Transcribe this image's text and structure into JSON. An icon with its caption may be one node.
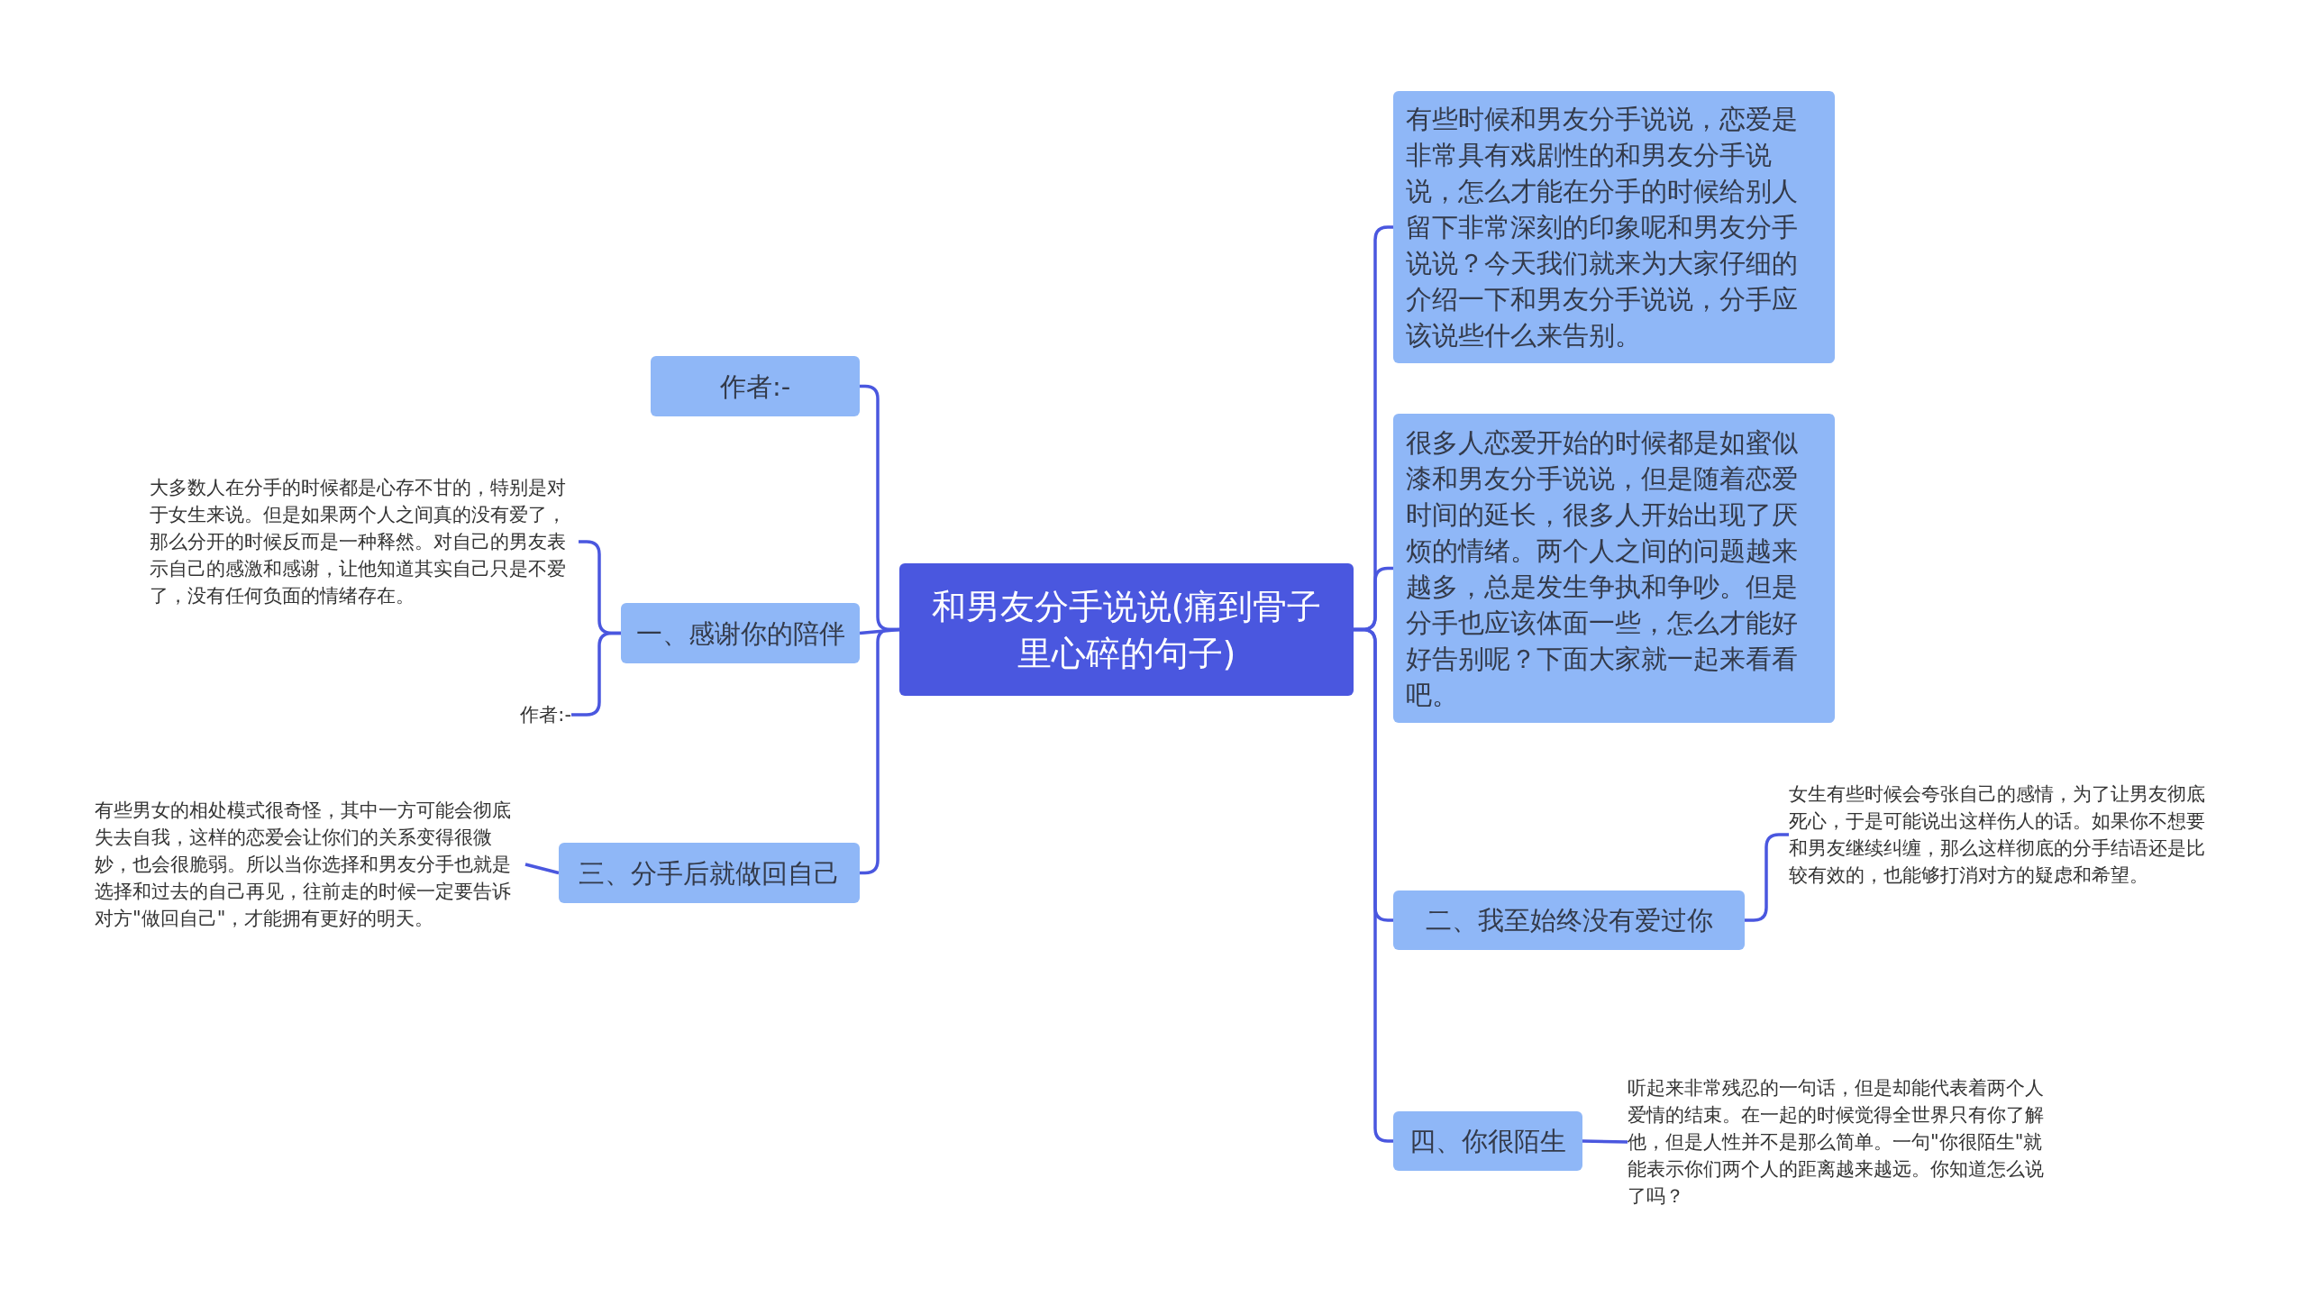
{
  "diagram": {
    "nodes": [
      {
        "text": [
          "和男友分手说说(痛到骨子里心碎的句子)"
        ]
      },
      {
        "text": [
          "作者:-"
        ]
      },
      {
        "text": [
          "一、感谢你的陪伴"
        ]
      },
      {
        "text": [
          "大多数人在分手的时候都是心存不甘的，特别是对于女生来说。但是如果两个人之间真的没有爱了，那么分开的时候反而是一种释然。对自己的男友表示自己的感激和感谢，让他知道其实自己只是不爱了，没有任何负面的情绪存在。"
        ]
      },
      {
        "text": [
          "作者:-"
        ]
      },
      {
        "text": [
          "三、分手后就做回自己"
        ]
      },
      {
        "text": [
          "有些男女的相处模式很奇怪，其中一方可能会彻底失去自我，这样的恋爱会让你们的关系变得很微妙，也会很脆弱。所以当你选择和男友分手也就是选择和过去的自己再见，往前走的时候一定要告诉对方\"做回自己\"，才能拥有更好的明天。"
        ]
      },
      {
        "text": [
          "有些时候和男友分手说说，恋爱是非常具有戏剧性的和男友分手说说，怎么才能在分手的时候给别人留下非常深刻的印象呢和男友分手说说？今天我们就来为大家仔细的介绍一下和男友分手说说，分手应该说些什么来告别。"
        ]
      },
      {
        "text": [
          "很多人恋爱开始的时候都是如蜜似漆和男友分手说说，但是随着恋爱时间的延长，很多人开始出现了厌烦的情绪。两个人之间的问题越来越多，总是发生争执和争吵。但是分手也应该体面一些，怎么才能好好告别呢？下面大家就一起来看看吧。"
        ]
      },
      {
        "text": [
          "二、我至始终没有爱过你"
        ]
      },
      {
        "text": [
          "女生有些时候会夸张自己的感情，为了让男友彻底死心，于是可能说出这样伤人的话。如果你不想要和男友继续纠缠，那么这样彻底的分手结语还是比较有效的，也能够打消对方的疑虑和希望。"
        ]
      },
      {
        "text": [
          "四、你很陌生"
        ]
      },
      {
        "text": [
          "听起来非常残忍的一句话，但是却能代表着两个人爱情的结束。在一起的时候觉得全世界只有你了解他，但是人性并不是那么简单。一句\"你很陌生\"就能表示你们两个人的距离越来越远。你知道怎么说了吗？"
        ]
      }
    ],
    "edges": [
      {
        "from": 0,
        "to": 1,
        "arrow": "none"
      },
      {
        "from": 0,
        "to": 2,
        "arrow": "none"
      },
      {
        "from": 0,
        "to": 5,
        "arrow": "none"
      },
      {
        "from": 2,
        "to": 3,
        "arrow": "none"
      },
      {
        "from": 2,
        "to": 4,
        "arrow": "none"
      },
      {
        "from": 5,
        "to": 6,
        "arrow": "none"
      },
      {
        "from": 0,
        "to": 7,
        "arrow": "none"
      },
      {
        "from": 0,
        "to": 8,
        "arrow": "none"
      },
      {
        "from": 0,
        "to": 9,
        "arrow": "none"
      },
      {
        "from": 0,
        "to": 11,
        "arrow": "none"
      },
      {
        "from": 9,
        "to": 10,
        "arrow": "none"
      },
      {
        "from": 11,
        "to": 12,
        "arrow": "none"
      }
    ]
  }
}
